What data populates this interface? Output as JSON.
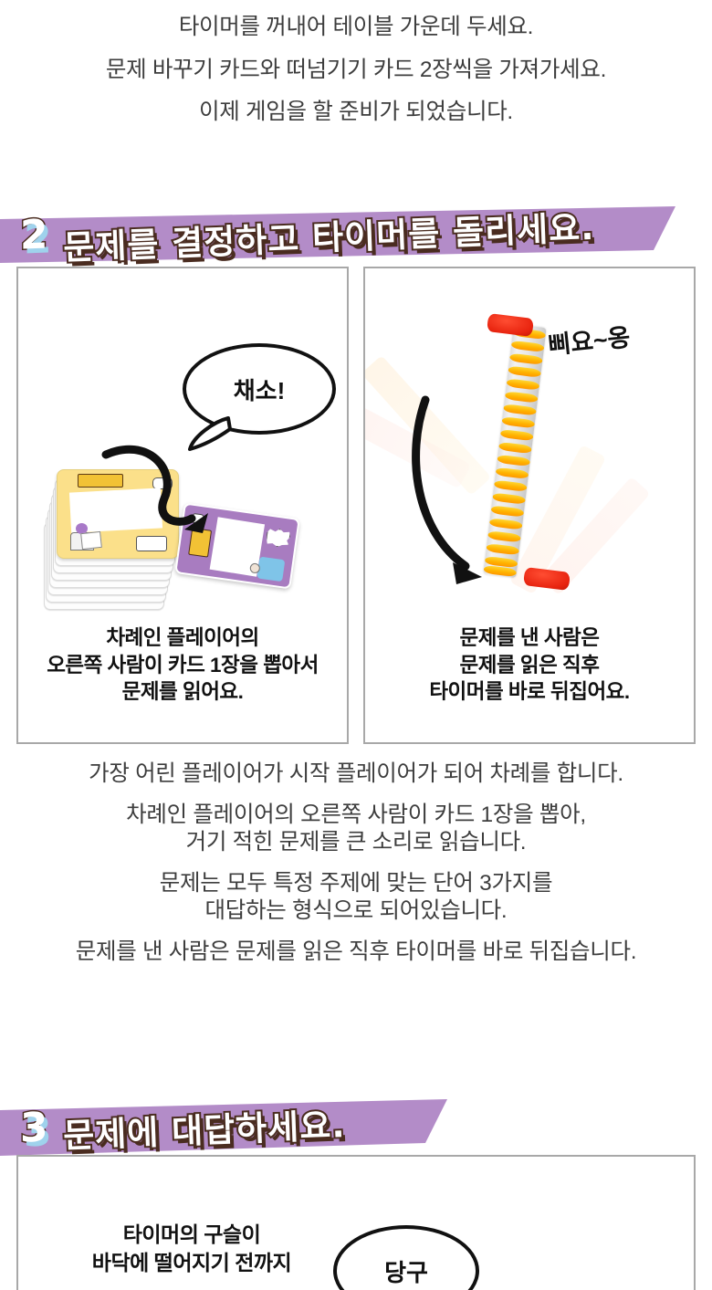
{
  "intro": {
    "lines": [
      "타이머를 꺼내어 테이블 가운데 두세요.",
      "문제 바꾸기 카드와 떠넘기기 카드 2장씩을 가져가세요.",
      "이제 게임을 할 준비가 되었습니다."
    ]
  },
  "section2": {
    "number": "2",
    "title": "문제를 결정하고 타이머를 돌리세요.",
    "banner_color": "#b38cc8",
    "number_shadow_color": "#9fd2ec",
    "title_outline_color": "#4a2c20",
    "left_panel": {
      "speech_bubble": "채소!",
      "caption_lines": [
        "차례인 플레이어의",
        "오른쪽 사람이 카드 1장을 뽑아서",
        "문제를 읽어요."
      ]
    },
    "right_panel": {
      "sound_effect": "삐요~옹",
      "caption_lines": [
        "문제를 낸 사람은",
        "문제를 읽은 직후",
        "타이머를 바로 뒤집어요."
      ]
    }
  },
  "middle": {
    "groups": [
      {
        "lines": [
          "가장 어린 플레이어가 시작 플레이어가 되어 차례를 합니다."
        ]
      },
      {
        "lines": [
          "차례인 플레이어의 오른쪽 사람이 카드 1장을 뽑아,",
          "거기 적힌 문제를 큰 소리로 읽습니다."
        ]
      },
      {
        "lines": [
          "문제는 모두 특정 주제에 맞는 단어 3가지를",
          "대답하는 형식으로 되어있습니다."
        ]
      },
      {
        "lines": [
          "문제를 낸 사람은 문제를 읽은 직후 타이머를 바로 뒤집습니다."
        ]
      }
    ]
  },
  "section3": {
    "number": "3",
    "title": "문제에 대답하세요.",
    "banner_color": "#b38cc8",
    "caption_lines": [
      "타이머의 구슬이",
      "바닥에 떨어지기 전까지"
    ],
    "speech_bubble": "당구"
  }
}
